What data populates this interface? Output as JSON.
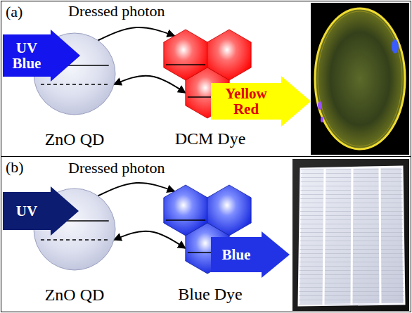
{
  "diagram": {
    "nodes": [
      {
        "text": [
          "(a)"
        ]
      },
      {
        "text": [
          "UV Blue"
        ],
        "in": 0
      },
      {
        "text": [
          "ZnO QD"
        ],
        "in": 0
      },
      {
        "text": [
          "DCM Dye"
        ],
        "in": 0
      },
      {
        "text": [
          "Yellow Red"
        ],
        "in": 0
      },
      {
        "text": [
          "(b)"
        ]
      },
      {
        "text": [
          "UV"
        ],
        "in": 5
      },
      {
        "text": [
          "ZnO QD"
        ],
        "in": 5
      },
      {
        "text": [
          "Blue Dye"
        ],
        "in": 5
      },
      {
        "text": [
          "Blue"
        ],
        "in": 5
      }
    ],
    "edges": [
      {
        "from": 2,
        "to": 3,
        "arrow": "to",
        "label": "Dressed photon"
      },
      {
        "from": 2,
        "to": 3,
        "arrow": "both"
      },
      {
        "from": 7,
        "to": 8,
        "arrow": "to",
        "label": "Dressed photon"
      },
      {
        "from": 7,
        "to": 8,
        "arrow": "both"
      }
    ]
  }
}
